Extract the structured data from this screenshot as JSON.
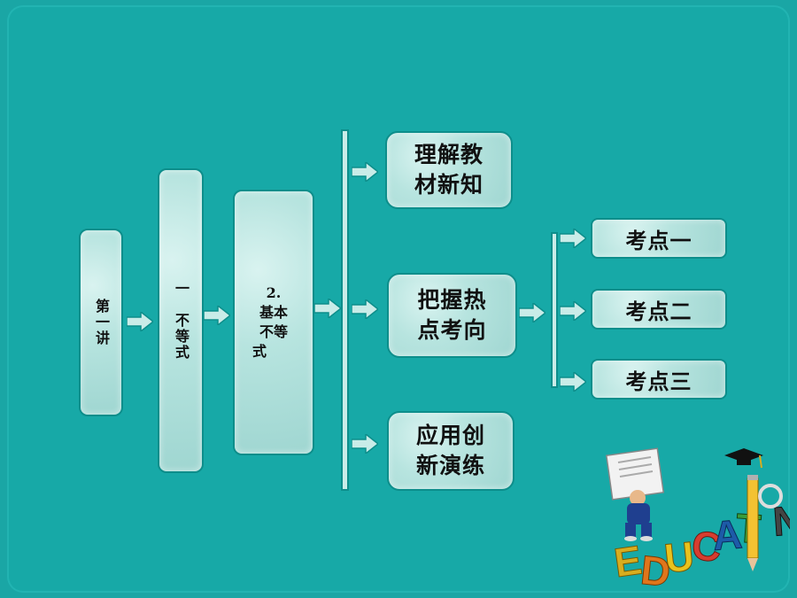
{
  "nodes": {
    "chapter": "第一讲",
    "section": "一　不等式",
    "topic_num": "2.",
    "topic_line1": "基本",
    "topic_line2": "不等",
    "topic_line3": "式",
    "understand_line1": "理解教",
    "understand_line2": "材新知",
    "grasp_line1": "把握热",
    "grasp_line2": "点考向",
    "apply_line1": "应用创",
    "apply_line2": "新演练",
    "point1": "考点一",
    "point2": "考点二",
    "point3": "考点三"
  },
  "logo": {
    "text": "EDUCATION"
  },
  "colors": {
    "background": "#1aa6a5",
    "box_fill": "#b7e4df",
    "box_border": "#0d8e8b"
  }
}
